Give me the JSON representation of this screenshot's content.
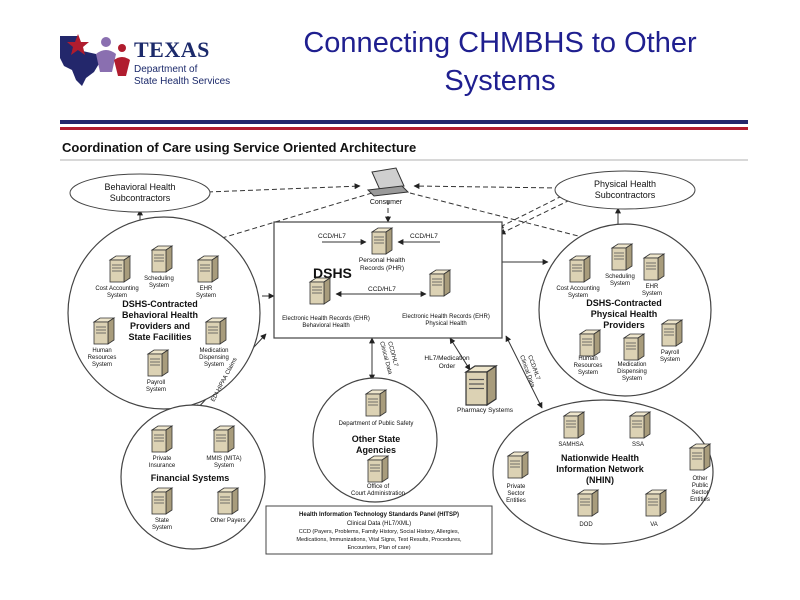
{
  "header": {
    "title_line1": "Connecting CHMBHS to Other",
    "title_line2": "Systems",
    "logo_name": "TEXAS",
    "logo_sub1": "Department of",
    "logo_sub2": "State Health Services"
  },
  "diagram": {
    "heading": "Coordination of Care using Service Oriented Architecture",
    "consumer": "Consumer",
    "behavioral_subcontractors": [
      "Behavioral Health",
      "Subcontractors"
    ],
    "physical_subcontractors": [
      "Physical Health",
      "Subcontractors"
    ],
    "dshs_box": {
      "title": "DSHS",
      "phr": [
        "Personal Health",
        "Records (PHR)"
      ],
      "ehr_behavioral": [
        "Electronic Health Records (EHR)",
        "Behavioral Health"
      ],
      "ehr_physical": [
        "Electronic Health Records (EHR)",
        "Physical Health"
      ],
      "ccd_left": "CCD/HL7",
      "ccd_right": "CCD/HL7",
      "ccd_mid": "CCD/HL7"
    },
    "left_circle": {
      "title": [
        "DSHS-Contracted",
        "Behavioral Health",
        "Providers and",
        "State Facilities"
      ],
      "cost_accounting": [
        "Cost Accounting",
        "System"
      ],
      "scheduling": [
        "Scheduling",
        "System"
      ],
      "ehr": [
        "EHR",
        "System"
      ],
      "human_resources": [
        "Human",
        "Resources",
        "System"
      ],
      "medication": [
        "Medication",
        "Dispensing",
        "System"
      ],
      "payroll": [
        "Payroll",
        "System"
      ]
    },
    "right_circle": {
      "title": [
        "DSHS-Contracted",
        "Physical Health",
        "Providers"
      ],
      "cost_accounting": [
        "Cost Accounting",
        "System"
      ],
      "scheduling": [
        "Scheduling",
        "System"
      ],
      "ehr": [
        "EHR",
        "System"
      ],
      "human_resources": [
        "Human",
        "Resources",
        "System"
      ],
      "medication": [
        "Medication",
        "Dispensing",
        "System"
      ],
      "payroll": [
        "Payroll",
        "System"
      ]
    },
    "financial_circle": {
      "title": "Financial Systems",
      "private_insurance": [
        "Private",
        "Insurance"
      ],
      "mmis": [
        "MMIS (MITA)",
        "System"
      ],
      "state_system": [
        "State",
        "System"
      ],
      "other_payers": "Other Payers"
    },
    "agencies_circle": {
      "title": [
        "Other State",
        "Agencies"
      ],
      "public_safety": "Department of Public Safety",
      "court_admin": [
        "Office of",
        "Court Administration"
      ]
    },
    "nhin_circle": {
      "title": [
        "Nationwide Health",
        "Information Network",
        "(NHIN)"
      ],
      "samhsa": "SAMHSA",
      "ssa": "SSA",
      "private_sector": [
        "Private",
        "Sector",
        "Entities"
      ],
      "other_public": [
        "Other",
        "Public",
        "Sector",
        "Entities"
      ],
      "dod": "DOD",
      "va": "VA"
    },
    "pharmacy": {
      "label": "Pharmacy Systems",
      "order_label": [
        "HL7/Medication",
        "Order"
      ]
    },
    "connectors": {
      "edi_hipaa": "EDI HIPAA Claims",
      "ccd_clinical_left": [
        "CCD/HL7",
        "Clinical Data"
      ],
      "ccd_clinical_right": [
        "CCD/HL7",
        "Clinical Data"
      ]
    },
    "hitsp_panel": {
      "title": "Health Information Technology Standards Panel (HITSP)",
      "line1": "Clinical Data (HL7/XML)",
      "line2": "CCD (Payers, Problems, Family History, Social History, Allergies,",
      "line3": "Medications, Immunizations, Vital Signs, Test Results, Procedures,",
      "line4": "Encounters, Plan of care)"
    }
  },
  "colors": {
    "title_blue": "#1f1f8f",
    "rule_red": "#b01c2e",
    "rule_navy": "#23276b",
    "server_body": "#dcd2b4",
    "line_gray": "#444444"
  }
}
